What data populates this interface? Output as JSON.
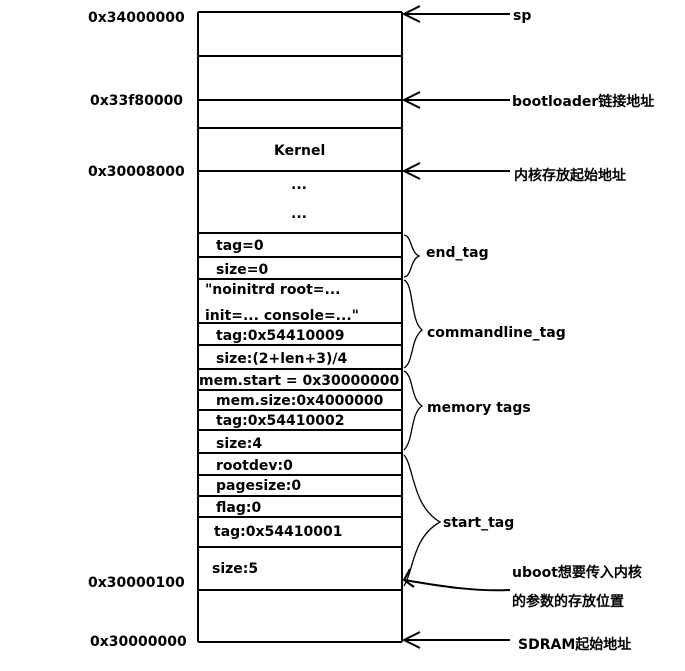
{
  "addresses": {
    "top": "0x34000000",
    "bootloader": "0x33f80000",
    "kernel": "0x30008000",
    "params": "0x30000100",
    "bottom": "0x30000000"
  },
  "cells": {
    "kernel": "Kernel",
    "dots1": "...",
    "dots2": "...",
    "end_tag_tag": "tag=0",
    "end_tag_size": "size=0",
    "cmdline_line1": "\"noinitrd root=...",
    "cmdline_line2": "init=... console=...\"",
    "cmdline_tag": "tag:0x54410009",
    "cmdline_size": "size:(2+len+3)/4",
    "mem_start": "mem.start = 0x30000000",
    "mem_size": "mem.size:0x4000000",
    "mem_tag": "tag:0x54410002",
    "mem_size_field": "size:4",
    "rootdev": "rootdev:0",
    "pagesize": "pagesize:0",
    "flag": "flag:0",
    "start_tag": "tag:0x54410001",
    "start_size": "size:5"
  },
  "annotations": {
    "sp": "sp",
    "bootloader_link": "bootloader链接地址",
    "kernel_store": "内核存放起始地址",
    "uboot_params_line1": "uboot想要传入内核",
    "uboot_params_line2": "的参数的存放位置",
    "sdram": "SDRAM起始地址"
  },
  "groups": {
    "end_tag": "end_tag",
    "commandline_tag": "commandline_tag",
    "memory_tags": "memory tags",
    "start_tag": "start_tag"
  }
}
